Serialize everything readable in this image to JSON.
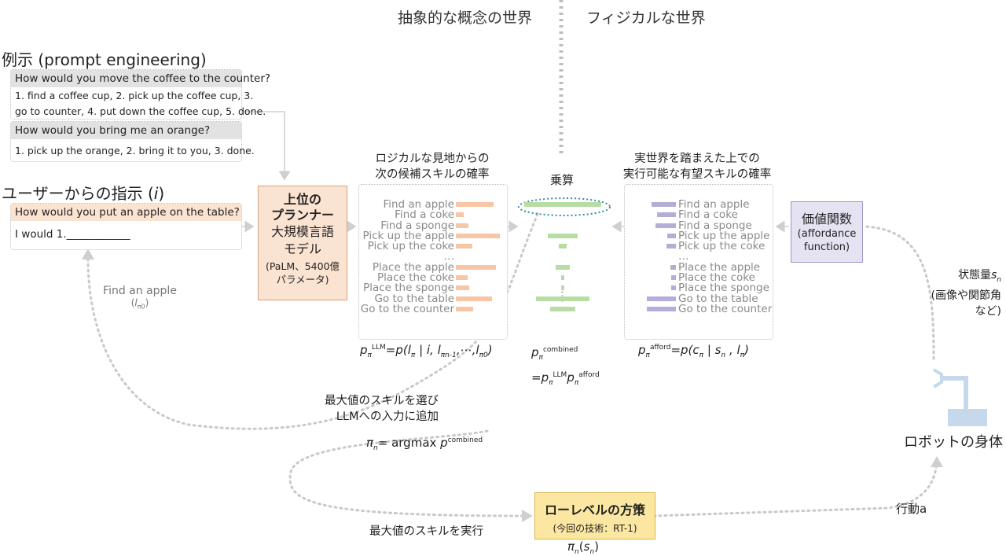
{
  "worlds": {
    "abstract": "抽象的な概念の世界",
    "physical": "フィジカルな世界"
  },
  "examples": {
    "title": "例示 (prompt engineering)",
    "items": [
      {
        "question": "How would you move the coffee to the counter?",
        "answer_lines": [
          "1. find a coffee cup, 2. pick up the coffee cup, 3.",
          "go to counter, 4. put down the coffee cup, 5. done."
        ]
      },
      {
        "question": "How would you bring me an orange?",
        "answer_lines": [
          "1. pick up the orange, 2. bring it to you, 3. done."
        ]
      }
    ]
  },
  "instruction": {
    "title": "ユーザーからの指示 (",
    "title_var": "i",
    "title_end": ")",
    "question": "How would you put an apple on the table?",
    "answer": "I would 1.____________"
  },
  "planner": {
    "line1": "上位の",
    "line2": "プランナー",
    "line3": "大規模言語",
    "line4": "モデル",
    "line5": "(PaLM、5400億",
    "line6": "パラメータ)"
  },
  "llm_panel": {
    "caption_line1": "ロジカルな見地からの",
    "caption_line2": "次の候補スキルの確率"
  },
  "multiply": {
    "label": "乗算"
  },
  "afford_panel": {
    "caption_line1": "実世界を踏まえた上での",
    "caption_line2": "実行可能な有望スキルの確率"
  },
  "skills": [
    "Find an apple",
    "Find a coke",
    "Find a sponge",
    "Pick up the apple",
    "Pick up the coke",
    "…",
    "Place the apple",
    "Place the coke",
    "Place the sponge",
    "Go to the table",
    "Go to the counter"
  ],
  "value_function": {
    "line1": "価値関数",
    "line2": "(affordance",
    "line3": "function)"
  },
  "state": {
    "line1": "状態量",
    "var": "s",
    "sub": "n",
    "line2": "(画像や関節角",
    "line3": "など)"
  },
  "robot": {
    "label": "ロボットの身体"
  },
  "find_apple": {
    "label": "Find an apple",
    "var": "l",
    "sub": "π0"
  },
  "select_max": {
    "line1": "最大値のスキルを選び",
    "line2": "LLMへの入力に追加"
  },
  "argmax": {
    "pi": "π",
    "sub": "n",
    "eq": "= argmax ",
    "p": "p",
    "sup": "combined"
  },
  "execute": {
    "label": "最大値のスキルを実行"
  },
  "lowlevel": {
    "title": "ローレベルの方策",
    "subtitle": "(今回の技術：RT-1)",
    "pi": "π",
    "sub": "n",
    "arg": "s",
    "argsub": "n"
  },
  "action": {
    "label": "行動a"
  },
  "formulas": {
    "llm": {
      "p": "p",
      "pi": "π",
      "sup": "LLM",
      "rhs1": "=p(",
      "l1": "l",
      "s1": "π",
      "mid": " | i, ",
      "l2": "l",
      "s2": "πn-1",
      "dots": ",⋯,",
      "l3": "l",
      "s3": "π0",
      "close": ")"
    },
    "combined": {
      "p": "p",
      "pi": "π",
      "sup": "combined",
      "line2_eq": "=",
      "sup2": "LLM",
      "sup3": "afford"
    },
    "afford": {
      "p": "p",
      "pi": "π",
      "sup": "afford",
      "rhs1": "=p(c",
      "s1": "π",
      "mid": " | s",
      "s2": "n",
      "comma": " , l",
      "s3": "π",
      "close": ")"
    }
  },
  "chart_data": {
    "type": "bar",
    "categories": [
      "Find an apple",
      "Find a coke",
      "Find a sponge",
      "Pick up the apple",
      "Pick up the coke",
      "Place the apple",
      "Place the coke",
      "Place the sponge",
      "Go to the table",
      "Go to the counter"
    ],
    "series": [
      {
        "name": "",
        "values": [
          0.86,
          0.17,
          0.29,
          1.0,
          0.37,
          0.91,
          0.26,
          0.31,
          0.83,
          0.4
        ]
      },
      {
        "name": "",
        "values": [
          0.7,
          0.55,
          0.6,
          0.26,
          0.28,
          0.17,
          0.14,
          0.14,
          0.83,
          0.83
        ]
      },
      {
        "name": "",
        "values": [
          1.0,
          0.0,
          0.0,
          0.38,
          0.1,
          0.18,
          0.04,
          0.04,
          0.69,
          0.33
        ]
      }
    ],
    "colors": {
      "llm": "#f7c6a6",
      "combined": "#b7dca4",
      "afford": "#b3aed8"
    }
  },
  "colors": {
    "planner_fill": "#fbe3d1",
    "value_fill": "#e5e2f1",
    "lowlevel_fill": "#fbe7a1",
    "dotted": "#c9c9c9",
    "highlight": "#2e8fa3"
  }
}
